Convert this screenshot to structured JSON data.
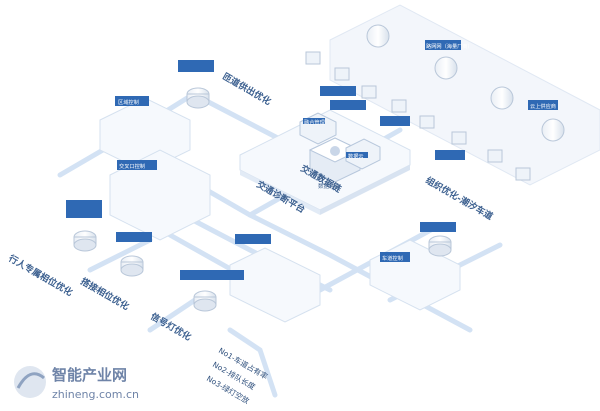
{
  "labels": {
    "expressway_opt": "匝道供出优化",
    "region_control": "区域控制",
    "intersection_control": "交叉口控制",
    "pedestrian_opt": "行人专属相位优化",
    "linkage_opt": "搭接相位优化",
    "signal_opt": "信号灯优化",
    "traffic_brain": "交通数据链",
    "platform": "交通诊断平台",
    "data_center": "数据中台",
    "org_opt": "组织优化-潮汐车道",
    "vehicle_control": "车道控制",
    "supply_network": "路网网（海量厂商）",
    "cloud": "云上供应商",
    "fusion": "融合管理",
    "data_cloud": "数据云",
    "no1": "No1-车道占有率",
    "no2": "No2-排队长度",
    "no3": "No3-绿灯空放"
  },
  "watermark": {
    "name": "智能产业网",
    "url": "zhineng.com.cn"
  },
  "colors": {
    "line": "#d3e2f4",
    "badge": "#2f69b4",
    "plate_top": "#f6f9fd",
    "plate_side": "#e2ebf6"
  }
}
